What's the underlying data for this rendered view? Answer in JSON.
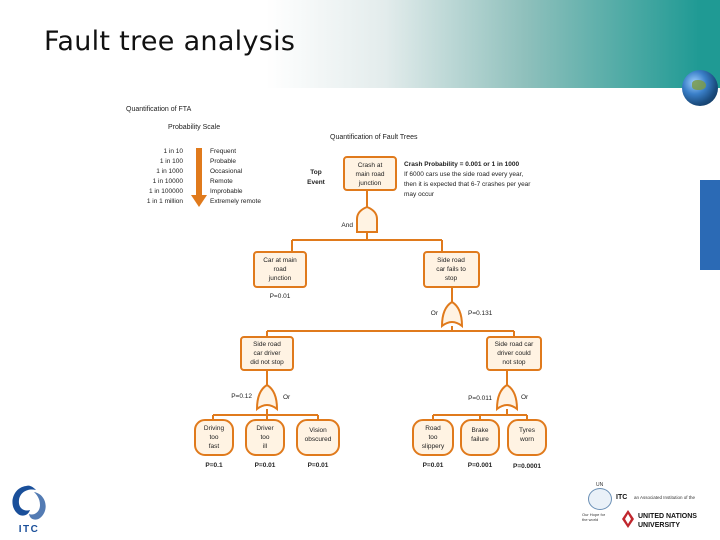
{
  "slide": {
    "title": "Fault tree analysis"
  },
  "figure": {
    "heading": "Quantification of FTA",
    "probability_scale": {
      "title": "Probability Scale",
      "rows": [
        {
          "odds": "1 in 10",
          "label": "Frequent"
        },
        {
          "odds": "1 in 100",
          "label": "Probable"
        },
        {
          "odds": "1 in 1000",
          "label": "Occasional"
        },
        {
          "odds": "1 in 10000",
          "label": "Remote"
        },
        {
          "odds": "1 in 100000",
          "label": "Improbable"
        },
        {
          "odds": "1 in 1 million",
          "label": "Extremely remote"
        }
      ]
    },
    "tree_title": "Quantification of Fault Trees",
    "top_event_label": [
      "Top",
      "Event"
    ],
    "top_event": [
      "Crash at",
      "main road",
      "junction"
    ],
    "crash_note": [
      "Crash Probability = 0.001 or 1 in 1000",
      "If 6000 cars use the side road every year,",
      "then it is expected that 6-7 crashes per year",
      "may occur"
    ],
    "and_gate": "And",
    "left_event": {
      "lines": [
        "Car at main",
        "road",
        "junction"
      ],
      "prob": "P=0.01"
    },
    "right_event": {
      "lines": [
        "Side road",
        "car fails to",
        "stop"
      ],
      "or_label": "Or",
      "prob": "P=0.131"
    },
    "left_sub": {
      "lines": [
        "Side road",
        "car driver",
        "did not stop"
      ],
      "prob": "P=0.12",
      "or_label": "Or"
    },
    "right_sub": {
      "lines": [
        "Side road car",
        "driver could",
        "not stop"
      ],
      "prob": "P=0.011",
      "or_label": "Or"
    },
    "leaves": [
      {
        "lines": [
          "Driving",
          "too",
          "fast"
        ],
        "prob": "P=0.1"
      },
      {
        "lines": [
          "Driver",
          "too",
          "ill"
        ],
        "prob": "P=0.01"
      },
      {
        "lines": [
          "Vision",
          "obscured"
        ],
        "prob": "P=0.01"
      },
      {
        "lines": [
          "Road",
          "too",
          "slippery"
        ],
        "prob": "P=0.01"
      },
      {
        "lines": [
          "Brake",
          "failure"
        ],
        "prob": "P=0.001"
      },
      {
        "lines": [
          "Tyres",
          "worn"
        ],
        "prob": "P=0.0001"
      }
    ]
  },
  "footer": {
    "itc_logo_text": "ITC",
    "partner": {
      "un_small": "UN",
      "itc": "ITC",
      "assoc": "an Associated Institution of the",
      "un_line1": "UNITED NATIONS",
      "un_line2": "UNIVERSITY",
      "hope": [
        "Our Hope for",
        "the world"
      ]
    }
  },
  "colors": {
    "box_stroke": "#e07a1c",
    "box_fill": "#fff3e3",
    "line": "#e07a1c",
    "arrow": "#e07a1c",
    "teal": "#1f9a94",
    "blue": "#2b6ab5",
    "itc_blue": "#1a4f9a"
  }
}
